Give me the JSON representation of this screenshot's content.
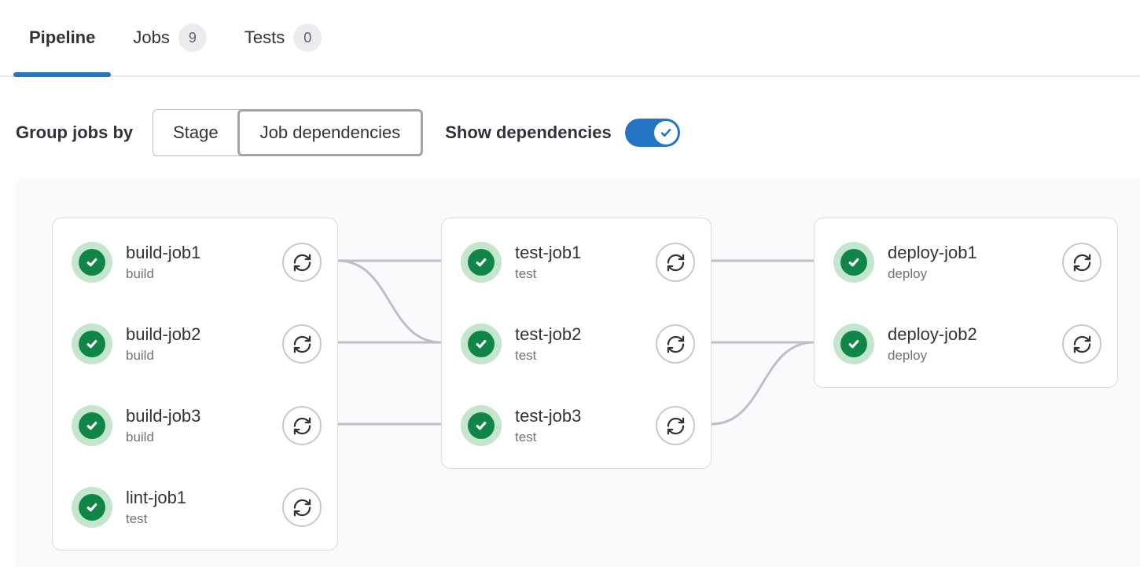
{
  "tabs": {
    "items": [
      {
        "label": "Pipeline",
        "badge": "",
        "active": true
      },
      {
        "label": "Jobs",
        "badge": "9",
        "active": false
      },
      {
        "label": "Tests",
        "badge": "0",
        "active": false
      }
    ]
  },
  "controls": {
    "group_label": "Group jobs by",
    "group_options": [
      {
        "label": "Stage",
        "selected": false
      },
      {
        "label": "Job dependencies",
        "selected": true
      }
    ],
    "show_dependencies_label": "Show dependencies",
    "show_dependencies_on": true
  },
  "pipeline": {
    "columns": [
      {
        "jobs": [
          {
            "name": "build-job1",
            "stage": "build",
            "status": "success"
          },
          {
            "name": "build-job2",
            "stage": "build",
            "status": "success"
          },
          {
            "name": "build-job3",
            "stage": "build",
            "status": "success"
          },
          {
            "name": "lint-job1",
            "stage": "test",
            "status": "success"
          }
        ]
      },
      {
        "jobs": [
          {
            "name": "test-job1",
            "stage": "test",
            "status": "success"
          },
          {
            "name": "test-job2",
            "stage": "test",
            "status": "success"
          },
          {
            "name": "test-job3",
            "stage": "test",
            "status": "success"
          }
        ]
      },
      {
        "jobs": [
          {
            "name": "deploy-job1",
            "stage": "deploy",
            "status": "success"
          },
          {
            "name": "deploy-job2",
            "stage": "deploy",
            "status": "success"
          }
        ]
      }
    ]
  },
  "icons": {
    "status": "status-success-check-icon",
    "retry": "retry-icon",
    "toggle": "check-icon"
  },
  "colors": {
    "accent_blue": "#2575c6",
    "success_green": "#108548",
    "success_ring_green": "#c3e6cd",
    "dependency_line_gray": "#bfbfc3",
    "card_border": "#dcdcde",
    "panel_background": "#fafafc",
    "badge_background": "#ececef",
    "badge_text": "#626168"
  }
}
